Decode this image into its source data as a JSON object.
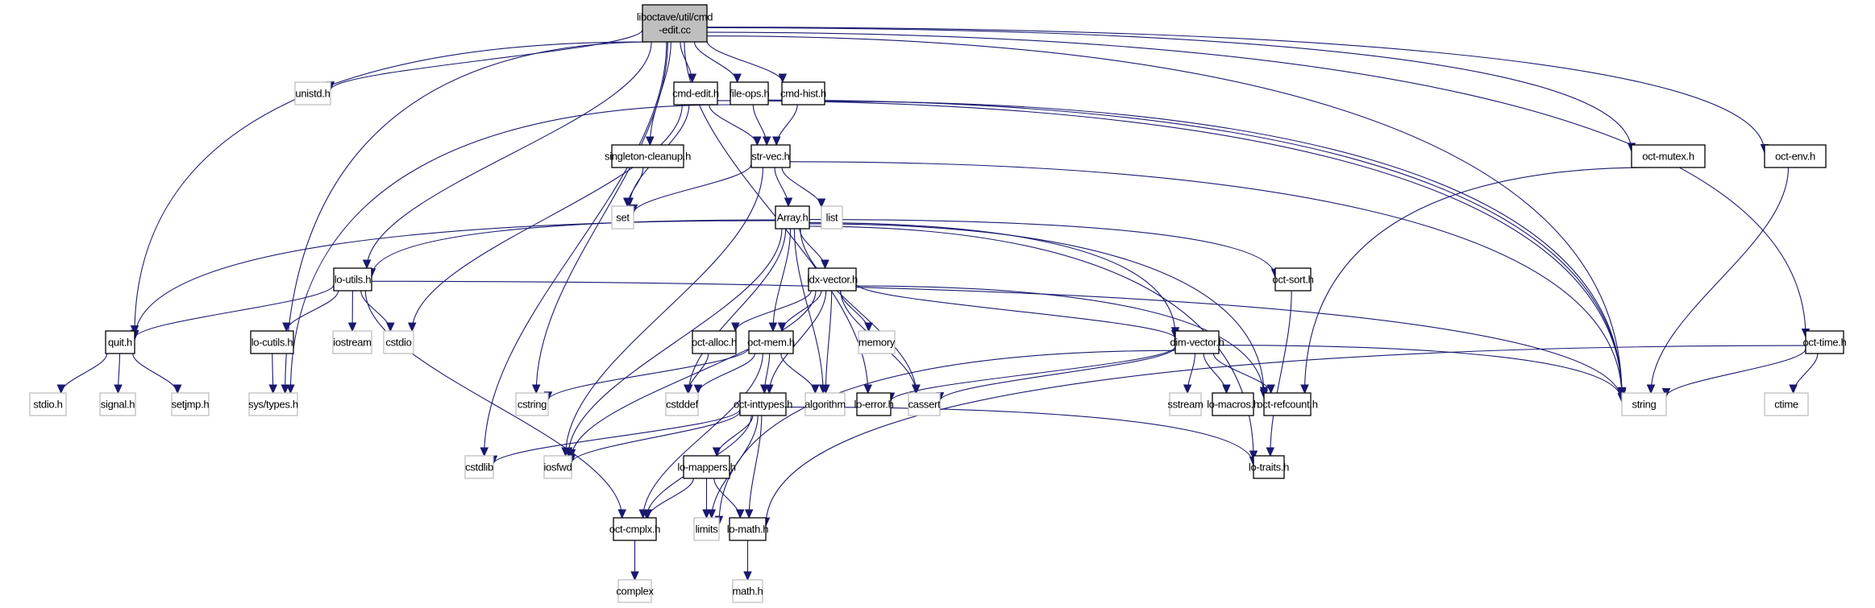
{
  "graph": {
    "title": "liboctave/util/cmd-edit.cc",
    "edge_color": "#191970",
    "root_fill": "#bfbfbf",
    "system_border": "#bfbfbf",
    "project_border": "#000000",
    "nodes": [
      {
        "id": "root",
        "lines": [
          "liboctave/util/cmd",
          "-edit.cc"
        ],
        "kind": "root"
      },
      {
        "id": "unistd",
        "lines": [
          "unistd.h"
        ],
        "kind": "system"
      },
      {
        "id": "cmdedith",
        "lines": [
          "cmd-edit.h"
        ],
        "kind": "project"
      },
      {
        "id": "fileops",
        "lines": [
          "file-ops.h"
        ],
        "kind": "project"
      },
      {
        "id": "cmdhist",
        "lines": [
          "cmd-hist.h"
        ],
        "kind": "project"
      },
      {
        "id": "singleton",
        "lines": [
          "singleton-cleanup.h"
        ],
        "kind": "project"
      },
      {
        "id": "strvec",
        "lines": [
          "str-vec.h"
        ],
        "kind": "project"
      },
      {
        "id": "octmutex",
        "lines": [
          "oct-mutex.h"
        ],
        "kind": "project"
      },
      {
        "id": "octenv",
        "lines": [
          "oct-env.h"
        ],
        "kind": "project"
      },
      {
        "id": "set",
        "lines": [
          "set"
        ],
        "kind": "system"
      },
      {
        "id": "array",
        "lines": [
          "Array.h"
        ],
        "kind": "project"
      },
      {
        "id": "list",
        "lines": [
          "list"
        ],
        "kind": "system"
      },
      {
        "id": "loutils",
        "lines": [
          "lo-utils.h"
        ],
        "kind": "project"
      },
      {
        "id": "idxvector",
        "lines": [
          "idx-vector.h"
        ],
        "kind": "project"
      },
      {
        "id": "octsort",
        "lines": [
          "oct-sort.h"
        ],
        "kind": "project"
      },
      {
        "id": "quit",
        "lines": [
          "quit.h"
        ],
        "kind": "project"
      },
      {
        "id": "locutils",
        "lines": [
          "lo-cutils.h"
        ],
        "kind": "project"
      },
      {
        "id": "iostream",
        "lines": [
          "iostream"
        ],
        "kind": "system"
      },
      {
        "id": "cstdio",
        "lines": [
          "cstdio"
        ],
        "kind": "system"
      },
      {
        "id": "octalloc",
        "lines": [
          "oct-alloc.h"
        ],
        "kind": "project"
      },
      {
        "id": "octmem",
        "lines": [
          "oct-mem.h"
        ],
        "kind": "project"
      },
      {
        "id": "memory",
        "lines": [
          "memory"
        ],
        "kind": "system"
      },
      {
        "id": "dimvector",
        "lines": [
          "dim-vector.h"
        ],
        "kind": "project"
      },
      {
        "id": "octtime",
        "lines": [
          "oct-time.h"
        ],
        "kind": "project"
      },
      {
        "id": "stdioh",
        "lines": [
          "stdio.h"
        ],
        "kind": "system"
      },
      {
        "id": "signalh",
        "lines": [
          "signal.h"
        ],
        "kind": "system"
      },
      {
        "id": "setjmph",
        "lines": [
          "setjmp.h"
        ],
        "kind": "system"
      },
      {
        "id": "systypes",
        "lines": [
          "sys/types.h"
        ],
        "kind": "system"
      },
      {
        "id": "cstring",
        "lines": [
          "cstring"
        ],
        "kind": "system"
      },
      {
        "id": "cstddef",
        "lines": [
          "cstddef"
        ],
        "kind": "system"
      },
      {
        "id": "octinttypes",
        "lines": [
          "oct-inttypes.h"
        ],
        "kind": "project"
      },
      {
        "id": "algorithm",
        "lines": [
          "algorithm"
        ],
        "kind": "system"
      },
      {
        "id": "loerror",
        "lines": [
          "lo-error.h"
        ],
        "kind": "project"
      },
      {
        "id": "cassert",
        "lines": [
          "cassert"
        ],
        "kind": "system"
      },
      {
        "id": "sstream",
        "lines": [
          "sstream"
        ],
        "kind": "system"
      },
      {
        "id": "lomacros",
        "lines": [
          "lo-macros.h"
        ],
        "kind": "project"
      },
      {
        "id": "octrefcount",
        "lines": [
          "oct-refcount.h"
        ],
        "kind": "project"
      },
      {
        "id": "string",
        "lines": [
          "string"
        ],
        "kind": "system"
      },
      {
        "id": "ctime",
        "lines": [
          "ctime"
        ],
        "kind": "system"
      },
      {
        "id": "cstdlib",
        "lines": [
          "cstdlib"
        ],
        "kind": "system"
      },
      {
        "id": "iosfwd",
        "lines": [
          "iosfwd"
        ],
        "kind": "system"
      },
      {
        "id": "lomappers",
        "lines": [
          "lo-mappers.h"
        ],
        "kind": "project"
      },
      {
        "id": "lotraits",
        "lines": [
          "lo-traits.h"
        ],
        "kind": "project"
      },
      {
        "id": "octcmplx",
        "lines": [
          "oct-cmplx.h"
        ],
        "kind": "project"
      },
      {
        "id": "limits",
        "lines": [
          "limits"
        ],
        "kind": "system"
      },
      {
        "id": "lomath",
        "lines": [
          "lo-math.h"
        ],
        "kind": "project"
      },
      {
        "id": "complex",
        "lines": [
          "complex"
        ],
        "kind": "system"
      },
      {
        "id": "mathh",
        "lines": [
          "math.h"
        ],
        "kind": "system"
      }
    ],
    "edges": [
      [
        "root",
        "unistd"
      ],
      [
        "root",
        "cmdedith"
      ],
      [
        "root",
        "fileops"
      ],
      [
        "root",
        "cmdhist"
      ],
      [
        "root",
        "singleton"
      ],
      [
        "root",
        "octmutex"
      ],
      [
        "root",
        "octenv"
      ],
      [
        "root",
        "loutils"
      ],
      [
        "root",
        "quit"
      ],
      [
        "root",
        "systypes"
      ],
      [
        "root",
        "cstring"
      ],
      [
        "root",
        "cstdlib"
      ],
      [
        "root",
        "loerror"
      ],
      [
        "root",
        "string"
      ],
      [
        "root",
        "octtime"
      ],
      [
        "cmdedith",
        "strvec"
      ],
      [
        "cmdedith",
        "set"
      ],
      [
        "cmdedith",
        "cstdio"
      ],
      [
        "cmdedith",
        "string"
      ],
      [
        "fileops",
        "strvec"
      ],
      [
        "fileops",
        "systypes"
      ],
      [
        "fileops",
        "string"
      ],
      [
        "cmdhist",
        "strvec"
      ],
      [
        "cmdhist",
        "string"
      ],
      [
        "singleton",
        "set"
      ],
      [
        "strvec",
        "set"
      ],
      [
        "strvec",
        "array"
      ],
      [
        "strvec",
        "list"
      ],
      [
        "strvec",
        "iosfwd"
      ],
      [
        "strvec",
        "string"
      ],
      [
        "octmutex",
        "octrefcount"
      ],
      [
        "octenv",
        "string"
      ],
      [
        "array",
        "loutils"
      ],
      [
        "array",
        "quit"
      ],
      [
        "array",
        "idxvector"
      ],
      [
        "array",
        "octmem"
      ],
      [
        "array",
        "cstddef"
      ],
      [
        "array",
        "iosfwd"
      ],
      [
        "array",
        "algorithm"
      ],
      [
        "array",
        "cassert"
      ],
      [
        "array",
        "dimvector"
      ],
      [
        "array",
        "octrefcount"
      ],
      [
        "array",
        "octsort"
      ],
      [
        "array",
        "lotraits"
      ],
      [
        "loutils",
        "quit"
      ],
      [
        "loutils",
        "locutils"
      ],
      [
        "loutils",
        "iostream"
      ],
      [
        "loutils",
        "cstdio"
      ],
      [
        "loutils",
        "octcmplx"
      ],
      [
        "loutils",
        "string"
      ],
      [
        "idxvector",
        "octalloc"
      ],
      [
        "idxvector",
        "octmem"
      ],
      [
        "idxvector",
        "octinttypes"
      ],
      [
        "idxvector",
        "algorithm"
      ],
      [
        "idxvector",
        "memory"
      ],
      [
        "idxvector",
        "cassert"
      ],
      [
        "idxvector",
        "dimvector"
      ],
      [
        "idxvector",
        "octrefcount"
      ],
      [
        "idxvector",
        "iosfwd"
      ],
      [
        "octsort",
        "lotraits"
      ],
      [
        "quit",
        "stdioh"
      ],
      [
        "quit",
        "signalh"
      ],
      [
        "quit",
        "setjmph"
      ],
      [
        "locutils",
        "systypes"
      ],
      [
        "octalloc",
        "cstddef"
      ],
      [
        "octmem",
        "cstddef"
      ],
      [
        "octmem",
        "cstring"
      ],
      [
        "octmem",
        "algorithm"
      ],
      [
        "octmem",
        "octinttypes"
      ],
      [
        "octmem",
        "octcmplx"
      ],
      [
        "dimvector",
        "cassert"
      ],
      [
        "dimvector",
        "sstream"
      ],
      [
        "dimvector",
        "lomacros"
      ],
      [
        "dimvector",
        "octrefcount"
      ],
      [
        "dimvector",
        "loerror"
      ],
      [
        "dimvector",
        "string"
      ],
      [
        "dimvector",
        "limits"
      ],
      [
        "octtime",
        "ctime"
      ],
      [
        "octtime",
        "string"
      ],
      [
        "octtime",
        "lomath"
      ],
      [
        "octinttypes",
        "cstdlib"
      ],
      [
        "octinttypes",
        "iosfwd"
      ],
      [
        "octinttypes",
        "lomappers"
      ],
      [
        "octinttypes",
        "limits"
      ],
      [
        "octinttypes",
        "lomath"
      ],
      [
        "octinttypes",
        "octcmplx"
      ],
      [
        "octinttypes",
        "lotraits"
      ],
      [
        "lomappers",
        "octcmplx"
      ],
      [
        "lomappers",
        "limits"
      ],
      [
        "lomappers",
        "lomath"
      ],
      [
        "octcmplx",
        "complex"
      ],
      [
        "lomath",
        "mathh"
      ]
    ]
  }
}
